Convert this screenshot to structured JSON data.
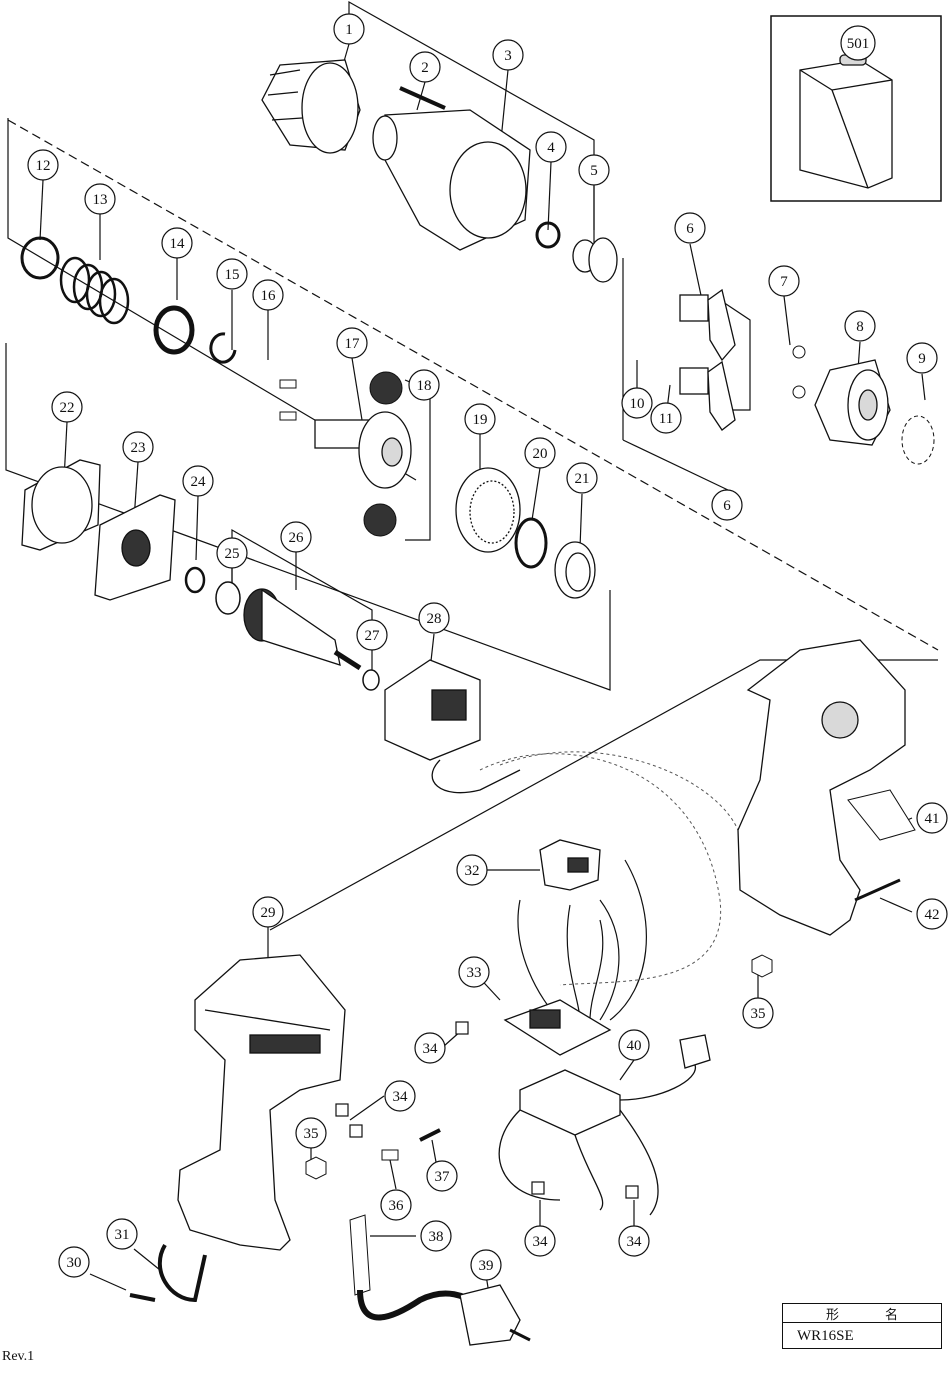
{
  "revision": "Rev.1",
  "model_table": {
    "header_left": "形",
    "header_right": "名",
    "model": "WR16SE"
  },
  "callouts": [
    "1",
    "2",
    "3",
    "4",
    "5",
    "6",
    "6",
    "7",
    "8",
    "9",
    "10",
    "11",
    "12",
    "13",
    "14",
    "15",
    "16",
    "17",
    "18",
    "19",
    "20",
    "21",
    "22",
    "23",
    "24",
    "25",
    "26",
    "27",
    "28",
    "29",
    "30",
    "31",
    "32",
    "33",
    "34",
    "34",
    "34",
    "34",
    "35",
    "35",
    "36",
    "37",
    "38",
    "39",
    "40",
    "41",
    "42",
    "501"
  ],
  "colors": {
    "line": "#111111",
    "fill": "#ffffff",
    "shade": "#d9d9d9",
    "dark": "#333333"
  }
}
